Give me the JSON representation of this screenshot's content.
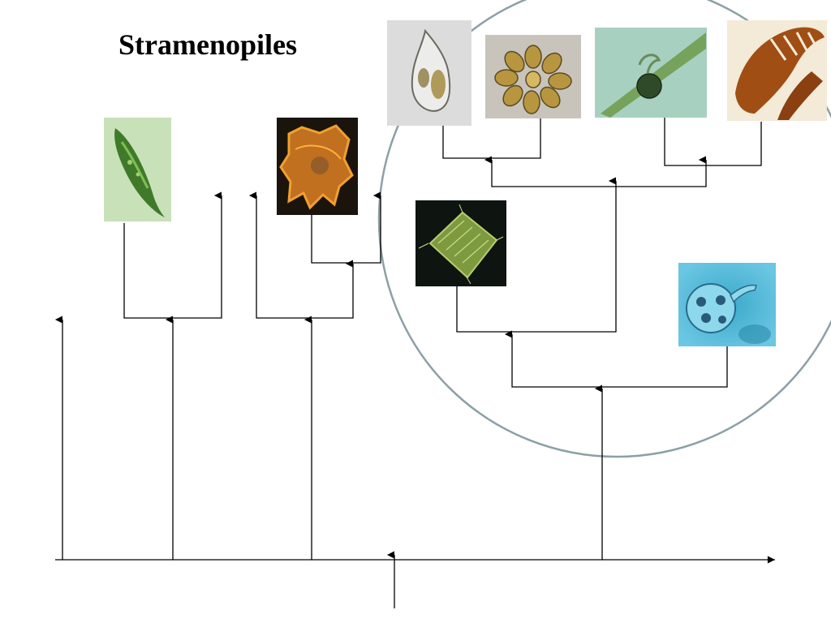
{
  "slide": {
    "title": "Stramenopiles"
  },
  "organisms": [
    {
      "id": "euglena",
      "icon": "euglena-photo",
      "palette": "#b8d9a0"
    },
    {
      "id": "dinoflagellate",
      "icon": "dinoflagellate-photo",
      "palette": "#1a140c"
    },
    {
      "id": "chrysophyte",
      "icon": "chrysophyte-photo",
      "palette": "#dcdcdc"
    },
    {
      "id": "synura-colony",
      "icon": "synura-colony-photo",
      "palette": "#c8c4bc"
    },
    {
      "id": "vaucheria",
      "icon": "vaucheria-photo",
      "palette": "#a8d0c0"
    },
    {
      "id": "brown-alga",
      "icon": "brown-alga-photo",
      "palette": "#f3ead8"
    },
    {
      "id": "diatom",
      "icon": "diatom-photo",
      "palette": "#0e1410"
    },
    {
      "id": "oomycete",
      "icon": "oomycete-photo",
      "palette": "#4bb8d6"
    }
  ],
  "colors": {
    "lines": "#000000",
    "highlight_circle": "#8ca0a6"
  }
}
